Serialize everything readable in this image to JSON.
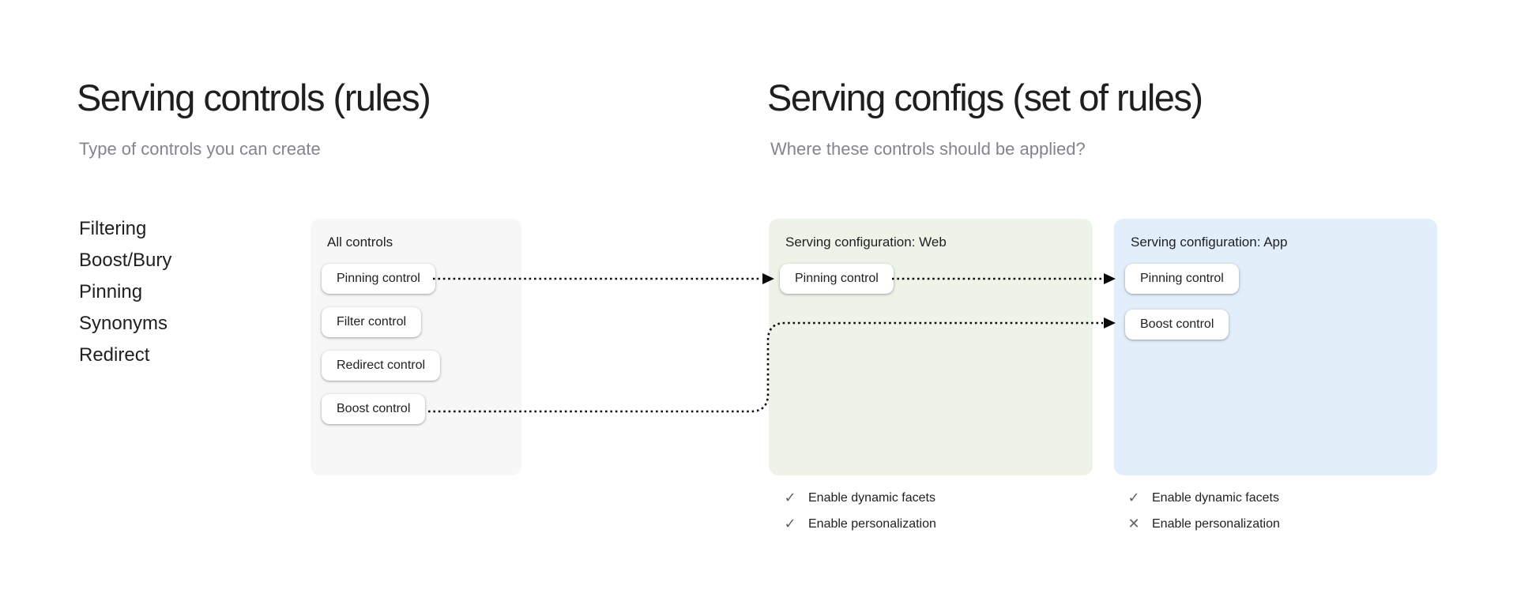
{
  "left_section": {
    "title": "Serving controls (rules)",
    "subtitle": "Type of controls you can create",
    "control_types": [
      "Filtering",
      "Boost/Bury",
      "Pinning",
      "Synonyms",
      "Redirect"
    ]
  },
  "right_section": {
    "title": "Serving configs (set of rules)",
    "subtitle": "Where these controls should be applied?"
  },
  "all_controls_card": {
    "title": "All controls",
    "controls": [
      "Pinning control",
      "Filter control",
      "Redirect control",
      "Boost control"
    ]
  },
  "web_config_card": {
    "title": "Serving configuration: Web",
    "controls": [
      "Pinning control"
    ],
    "settings": [
      {
        "label": "Enable dynamic facets",
        "enabled": true
      },
      {
        "label": "Enable personalization",
        "enabled": true
      }
    ]
  },
  "app_config_card": {
    "title": "Serving configuration: App",
    "controls": [
      "Pinning control",
      "Boost control"
    ],
    "settings": [
      {
        "label": "Enable dynamic facets",
        "enabled": true
      },
      {
        "label": "Enable personalization",
        "enabled": false
      }
    ]
  },
  "flows": [
    {
      "from": "all-controls.pinning-control",
      "to": "web-config.pinning-control"
    },
    {
      "from": "web-config.pinning-control",
      "to": "app-config.pinning-control"
    },
    {
      "from": "all-controls.boost-control",
      "to": "app-config.boost-control"
    }
  ],
  "colors": {
    "all_controls_bg": "#f7f7f7",
    "web_bg": "#edf4e7",
    "app_bg": "#e2eefa",
    "title_text": "#1f1f1f",
    "subtitle_text": "#80868b",
    "icon_gray": "#5f6368",
    "arrow": "#0a0a0a"
  }
}
